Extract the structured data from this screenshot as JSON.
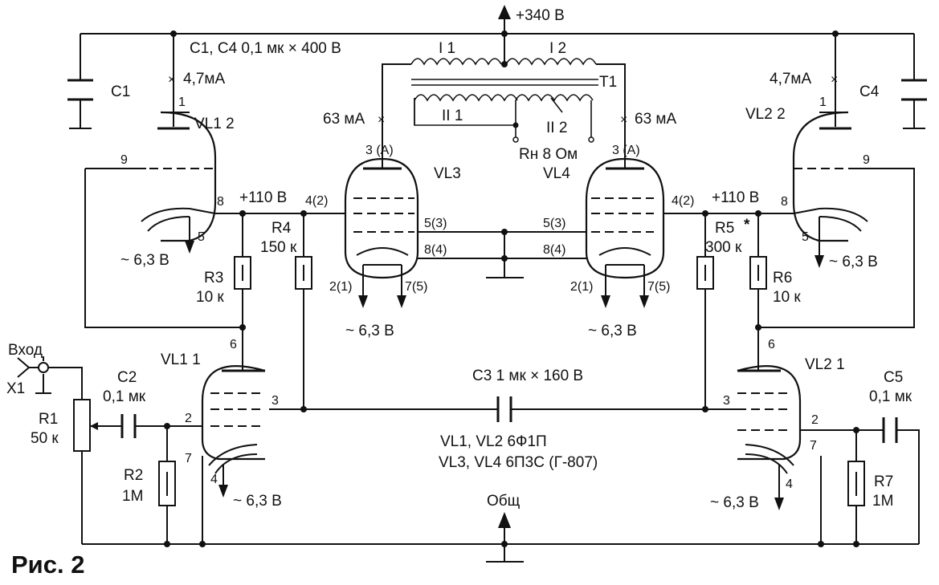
{
  "supply": {
    "label": "+340 В"
  },
  "caps": {
    "c1c4_note": "С1, С4  0,1 мк × 400 В",
    "c1": "С1",
    "c4": "С4",
    "c2": "С2",
    "c2_value": "0,1 мк",
    "c3_note": "С3  1 мк × 160 В",
    "c5": "С5",
    "c5_value": "0,1 мк"
  },
  "currents": {
    "vl1_anode": "4,7мА",
    "vl2_anode": "4,7мА",
    "vl3_anode": "63 мА",
    "vl4_anode": "63 мА"
  },
  "transformer": {
    "name": "Т1",
    "w_i1": "I 1",
    "w_i2": "I 2",
    "w_ii1": "II 1",
    "w_ii2": "II 2",
    "load": "Rн 8 Ом"
  },
  "tubes": {
    "vl1_2": "VL1 2",
    "vl2_2": "VL2 2",
    "vl1_1": "VL1 1",
    "vl2_1": "VL2 1",
    "vl3": "VL3",
    "vl4": "VL4"
  },
  "pins": {
    "p1": "1",
    "p9": "9",
    "p8": "8",
    "p5": "5",
    "p6": "6",
    "p3": "3",
    "p2": "2",
    "p7": "7",
    "p4": "4",
    "a": "3  (А)",
    "g2": "4(2)",
    "g3": "5(3)",
    "k": "8(4)",
    "h1": "2(1)",
    "h2": "7(5)"
  },
  "voltages": {
    "plus110": "+110 В",
    "heater": "~ 6,3 В"
  },
  "resistors": {
    "r1": "R1",
    "r1_value": "50 к",
    "r2": "R2",
    "r2_value": "1М",
    "r3": "R3",
    "r3_value": "10 к",
    "r4": "R4",
    "r4_value": "150 к",
    "r5": "R5",
    "r5_star": "*",
    "r5_value": "300 к",
    "r6": "R6",
    "r6_value": "10 к",
    "r7": "R7",
    "r7_value": "1М"
  },
  "input": {
    "label": "Вход",
    "connector": "Х1"
  },
  "notes": {
    "line1": "VL1, VL2  6Ф1П",
    "line2": "VL3, VL4 6П3С (Г-807)"
  },
  "ground": {
    "label": "Общ"
  },
  "caption": "Рис. 2"
}
